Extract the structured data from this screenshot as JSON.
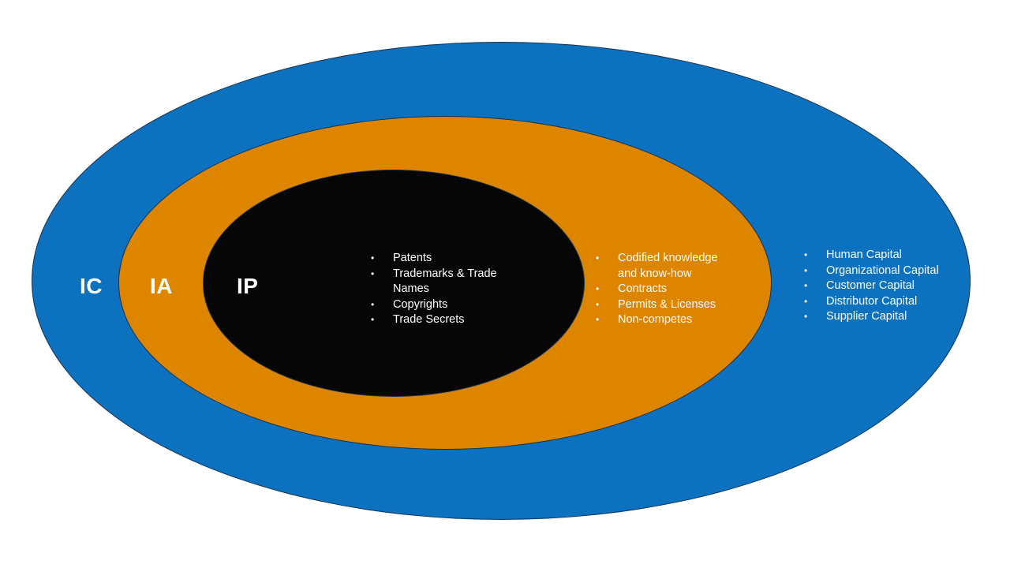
{
  "diagram": {
    "type": "nested-venn",
    "background": "#ffffff",
    "text_color": "#ffffff",
    "stroke_color": "#16304d",
    "rings": [
      {
        "id": "ic",
        "label": "IC",
        "color": "#0c72bf",
        "items": [
          "Human Capital",
          "Organizational Capital",
          "Customer Capital",
          "Distributor Capital",
          "Supplier Capital"
        ]
      },
      {
        "id": "ia",
        "label": "IA",
        "color": "#de8500",
        "items": [
          "Codified knowledge and know-how",
          "Contracts",
          "Permits & Licenses",
          "Non-competes"
        ]
      },
      {
        "id": "ip",
        "label": "IP",
        "color": "#060606",
        "items": [
          "Patents",
          "Trademarks & Trade Names",
          "Copyrights",
          "Trade Secrets"
        ]
      }
    ]
  }
}
